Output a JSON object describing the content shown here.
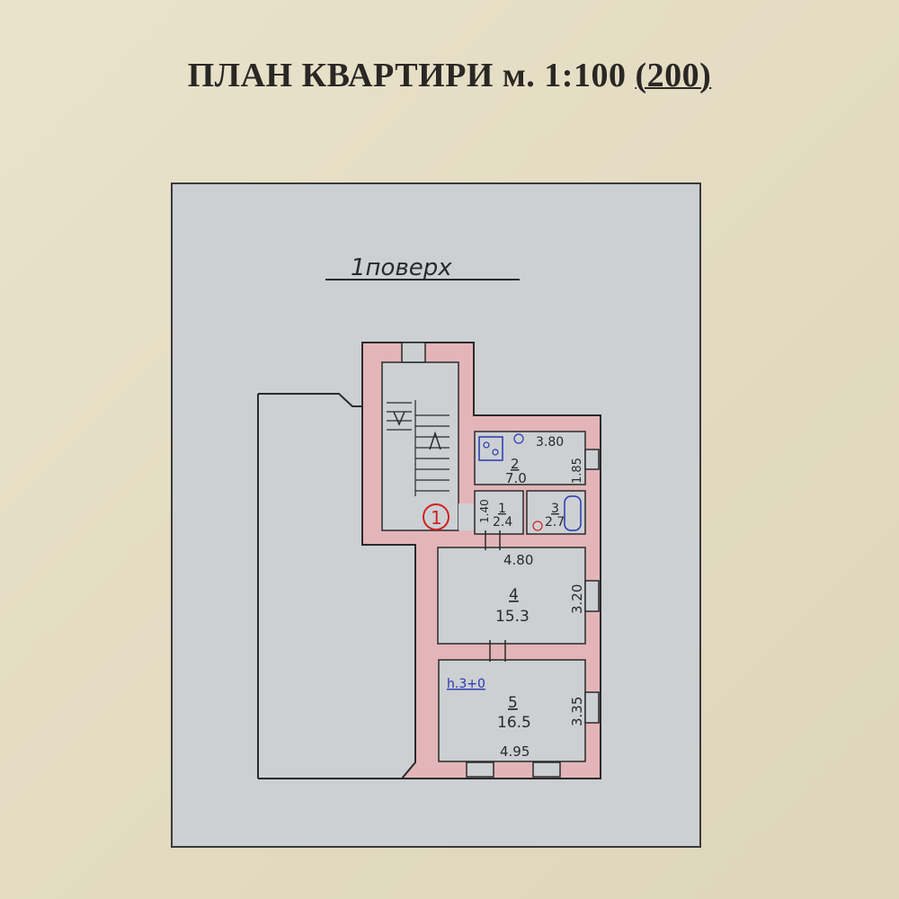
{
  "title": {
    "main": "ПЛАН КВАРТИРИ м. 1:100",
    "scale_alt": "(200)"
  },
  "floor_label": "1поверх",
  "stair_marker": "1",
  "height_note": "h.3+0",
  "rooms": [
    {
      "number": "1",
      "area": "2.4",
      "dim_side": "1.40"
    },
    {
      "number": "2",
      "area": "7.0",
      "dim_top": "3.80",
      "dim_side": "1.85"
    },
    {
      "number": "3",
      "area": "2.7"
    },
    {
      "number": "4",
      "area": "15.3",
      "dim_top": "4.80",
      "dim_side": "3.20"
    },
    {
      "number": "5",
      "area": "16.5",
      "dim_bottom": "4.95",
      "dim_side": "3.35"
    }
  ],
  "colors": {
    "paper": "#e6dfc6",
    "sheet": "#ccd0d3",
    "wall_fill": "#e3b5b9",
    "ink": "#2a2a2a",
    "marker_red": "#d02020",
    "note_blue": "#2a35b0"
  }
}
